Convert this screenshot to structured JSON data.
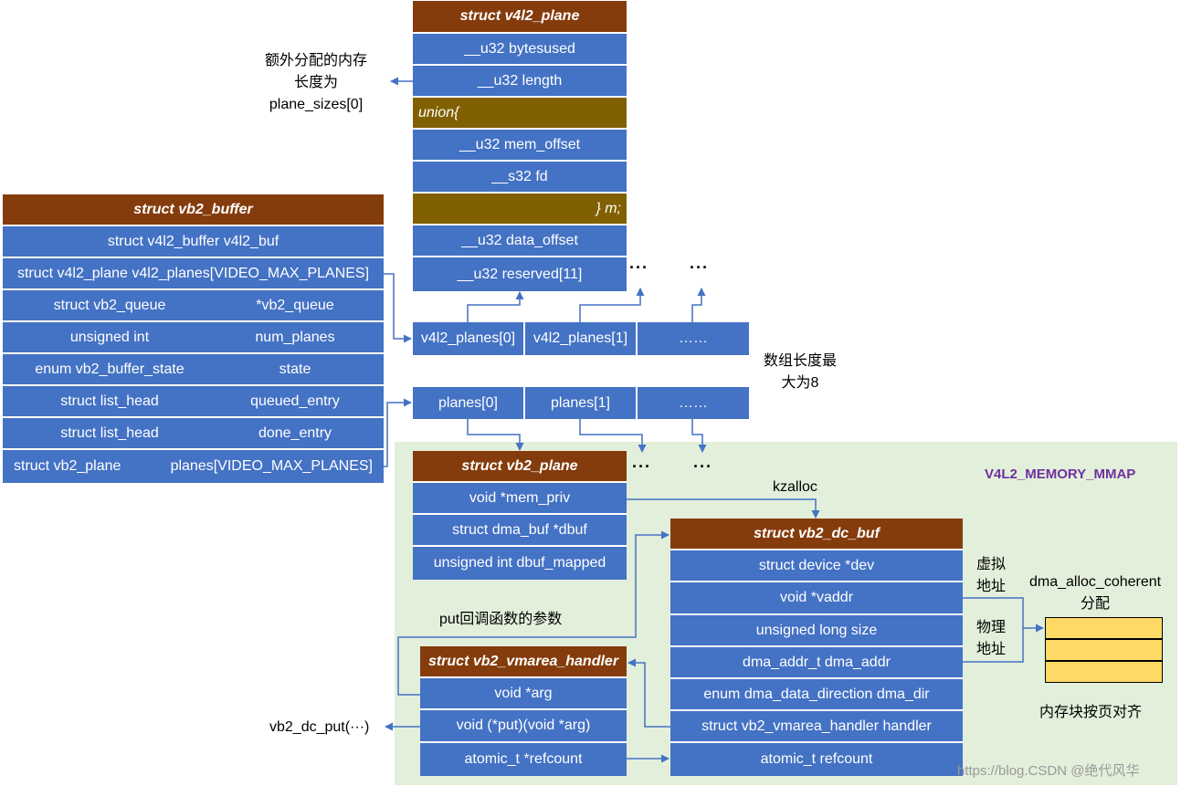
{
  "v4l2_plane": {
    "title": "struct v4l2_plane",
    "rows": [
      "__u32  bytesused",
      "__u32  length",
      "union{",
      "__u32  mem_offset",
      "__s32  fd",
      "} m;",
      "__u32  data_offset",
      "__u32  reserved[11]"
    ]
  },
  "vb2_buffer": {
    "title": "struct vb2_buffer",
    "rows": [
      {
        "left": "struct v4l2_buffer  v4l2_buf",
        "right": ""
      },
      {
        "left": "struct v4l2_plane  v4l2_planes[VIDEO_MAX_PLANES]",
        "right": ""
      },
      {
        "left": "struct vb2_queue",
        "right": "*vb2_queue"
      },
      {
        "left": "unsigned int",
        "right": "num_planes"
      },
      {
        "left": "enum vb2_buffer_state",
        "right": "state"
      },
      {
        "left": "struct list_head",
        "right": "queued_entry"
      },
      {
        "left": "struct list_head",
        "right": "done_entry"
      },
      {
        "left": "struct vb2_plane",
        "right": "planes[VIDEO_MAX_PLANES]"
      }
    ]
  },
  "v4l2_planes_array": [
    "v4l2_planes[0]",
    "v4l2_planes[1]",
    "……"
  ],
  "planes_array": [
    "planes[0]",
    "planes[1]",
    "……"
  ],
  "vb2_plane": {
    "title": "struct vb2_plane",
    "rows": [
      "void  *mem_priv",
      "struct dma_buf  *dbuf",
      "unsigned int  dbuf_mapped"
    ]
  },
  "vb2_dc_buf": {
    "title": "struct vb2_dc_buf",
    "rows": [
      "struct device  *dev",
      "void  *vaddr",
      "unsigned long  size",
      "dma_addr_t  dma_addr",
      "enum dma_data_direction  dma_dir",
      "struct vb2_vmarea_handler  handler",
      "atomic_t  refcount"
    ]
  },
  "vmarea_handler": {
    "title": "struct vb2_vmarea_handler",
    "rows": [
      "void  *arg",
      "void  (*put)(void *arg)",
      "atomic_t  *refcount"
    ]
  },
  "notes": {
    "extra_alloc_1": "额外分配的内存",
    "extra_alloc_2": "长度为",
    "extra_alloc_3": "plane_sizes[0]",
    "array_len_1": "数组长度最",
    "array_len_2": "大为8",
    "mmap_label": "V4L2_MEMORY_MMAP",
    "kzalloc": "kzalloc",
    "virt_addr_1": "虚拟",
    "virt_addr_2": "地址",
    "phys_addr_1": "物理",
    "phys_addr_2": "地址",
    "dma_alloc_1": "dma_alloc_coherent",
    "dma_alloc_2": "分配",
    "page_aligned": "内存块按页对齐",
    "put_param": "put回调函数的参数",
    "dc_put": "vb2_dc_put(···)",
    "ellipsis": "···"
  },
  "watermark": "https://blog.CSDN @绝代风华",
  "colors": {
    "blue": "#4472c4",
    "header": "#843c0c",
    "union": "#806000",
    "region": "#e2efda",
    "memory": "#ffd966",
    "mmap_text": "#7030a0"
  }
}
